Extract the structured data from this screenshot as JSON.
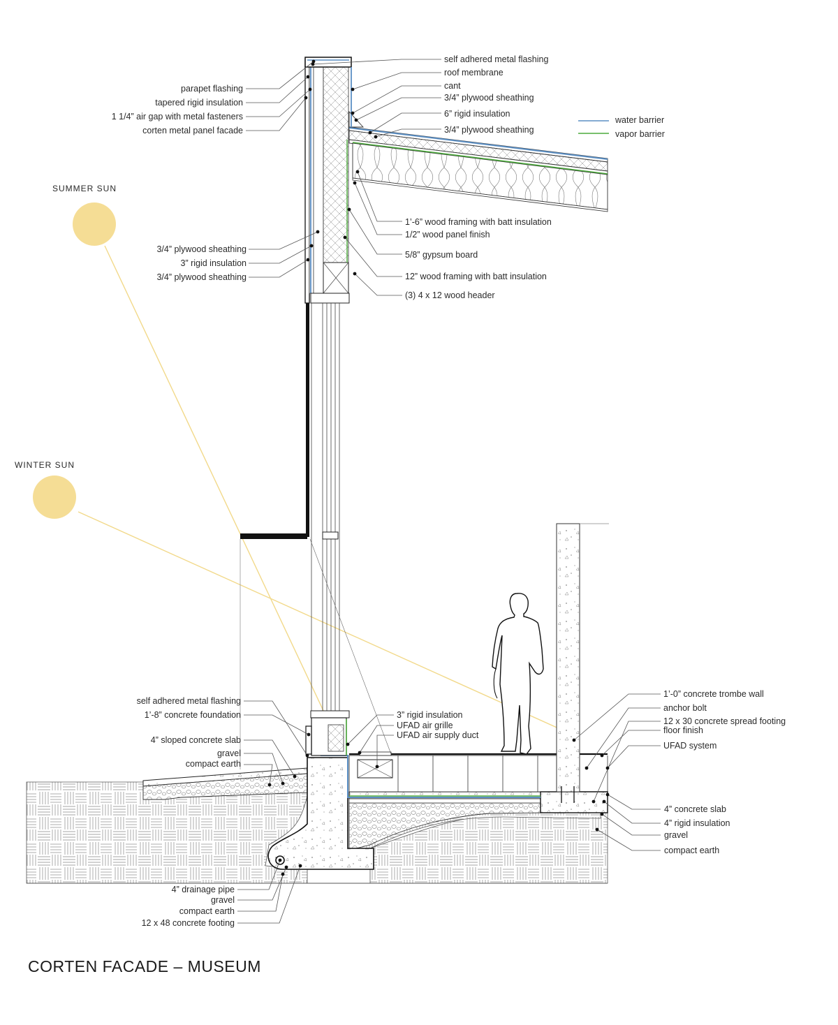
{
  "title": "CORTEN FACADE – MUSEUM",
  "suns": {
    "summer": "SUMMER SUN",
    "winter": "WINTER SUN"
  },
  "legend": {
    "water_barrier": "water barrier",
    "vapor_barrier": "vapor barrier"
  },
  "colors": {
    "water_barrier": "#5b8fc4",
    "vapor_barrier": "#4caa3c",
    "sun": "#f5dd95",
    "sun_ray": "#f2d98a",
    "ink": "#1a1a1a"
  },
  "labels": {
    "top_right": [
      "self adhered metal flashing",
      "roof membrane",
      "cant",
      "3/4” plywood sheathing",
      "6” rigid insulation",
      "3/4” plywood sheathing"
    ],
    "top_left": [
      "parapet flashing",
      "tapered rigid insulation",
      "1 1/4” air gap with metal fasteners",
      "corten metal panel facade"
    ],
    "mid_right": [
      "1’-6” wood framing with batt insulation",
      "1/2” wood panel finish",
      "5/8” gypsum board",
      "12” wood framing with batt insulation",
      "(3) 4 x 12 wood header"
    ],
    "mid_left": [
      "3/4” plywood sheathing",
      "3” rigid insulation",
      "3/4” plywood sheathing"
    ],
    "base_left": [
      "self adhered metal flashing",
      "1’-8” concrete foundation",
      "4” sloped concrete slab",
      "gravel",
      "compact earth"
    ],
    "base_center": [
      "3” rigid insulation",
      "UFAD air grille",
      "UFAD air supply duct"
    ],
    "base_right": [
      "1’-0” concrete trombe wall",
      "anchor bolt",
      "12 x 30  concrete spread footing",
      "floor finish",
      "UFAD system"
    ],
    "slab_right": [
      "4” concrete slab",
      "4” rigid insulation",
      "gravel",
      "compact earth"
    ],
    "bottom_left": [
      "4” drainage pipe",
      "gravel",
      "compact earth",
      "12 x 48 concrete footing"
    ]
  }
}
